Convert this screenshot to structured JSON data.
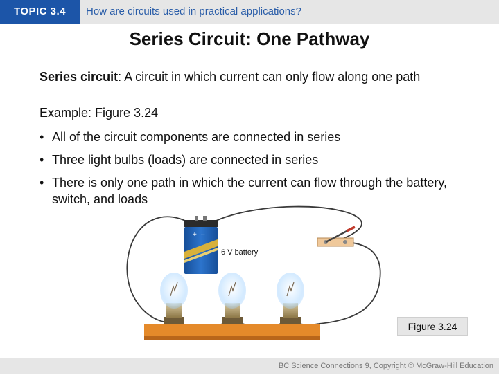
{
  "header": {
    "topic": "TOPIC 3.4",
    "question": "How are circuits used in practical applications?"
  },
  "title": "Series Circuit: One Pathway",
  "definition": {
    "term": "Series circuit",
    "text": ": A circuit in which current can only flow along one path"
  },
  "example": "Example: Figure 3.24",
  "bullets": [
    "All of the circuit components are connected in series",
    "Three light bulbs (loads) are connected in series",
    "There is only one path in which the current can flow through the battery, switch, and loads"
  ],
  "figure": {
    "battery_label": "6 V battery",
    "battery_plus": "+",
    "battery_minus": "–",
    "caption": "Figure 3.24"
  },
  "footer": "BC Science Connections 9, Copyright © McGraw-Hill Education",
  "colors": {
    "topic_tag": "#1c55a8",
    "header_bg": "#e6e6e6",
    "battery_blue": "#1f62b8",
    "battery_gold": "#d8b13a",
    "board_orange": "#e58a2a"
  }
}
